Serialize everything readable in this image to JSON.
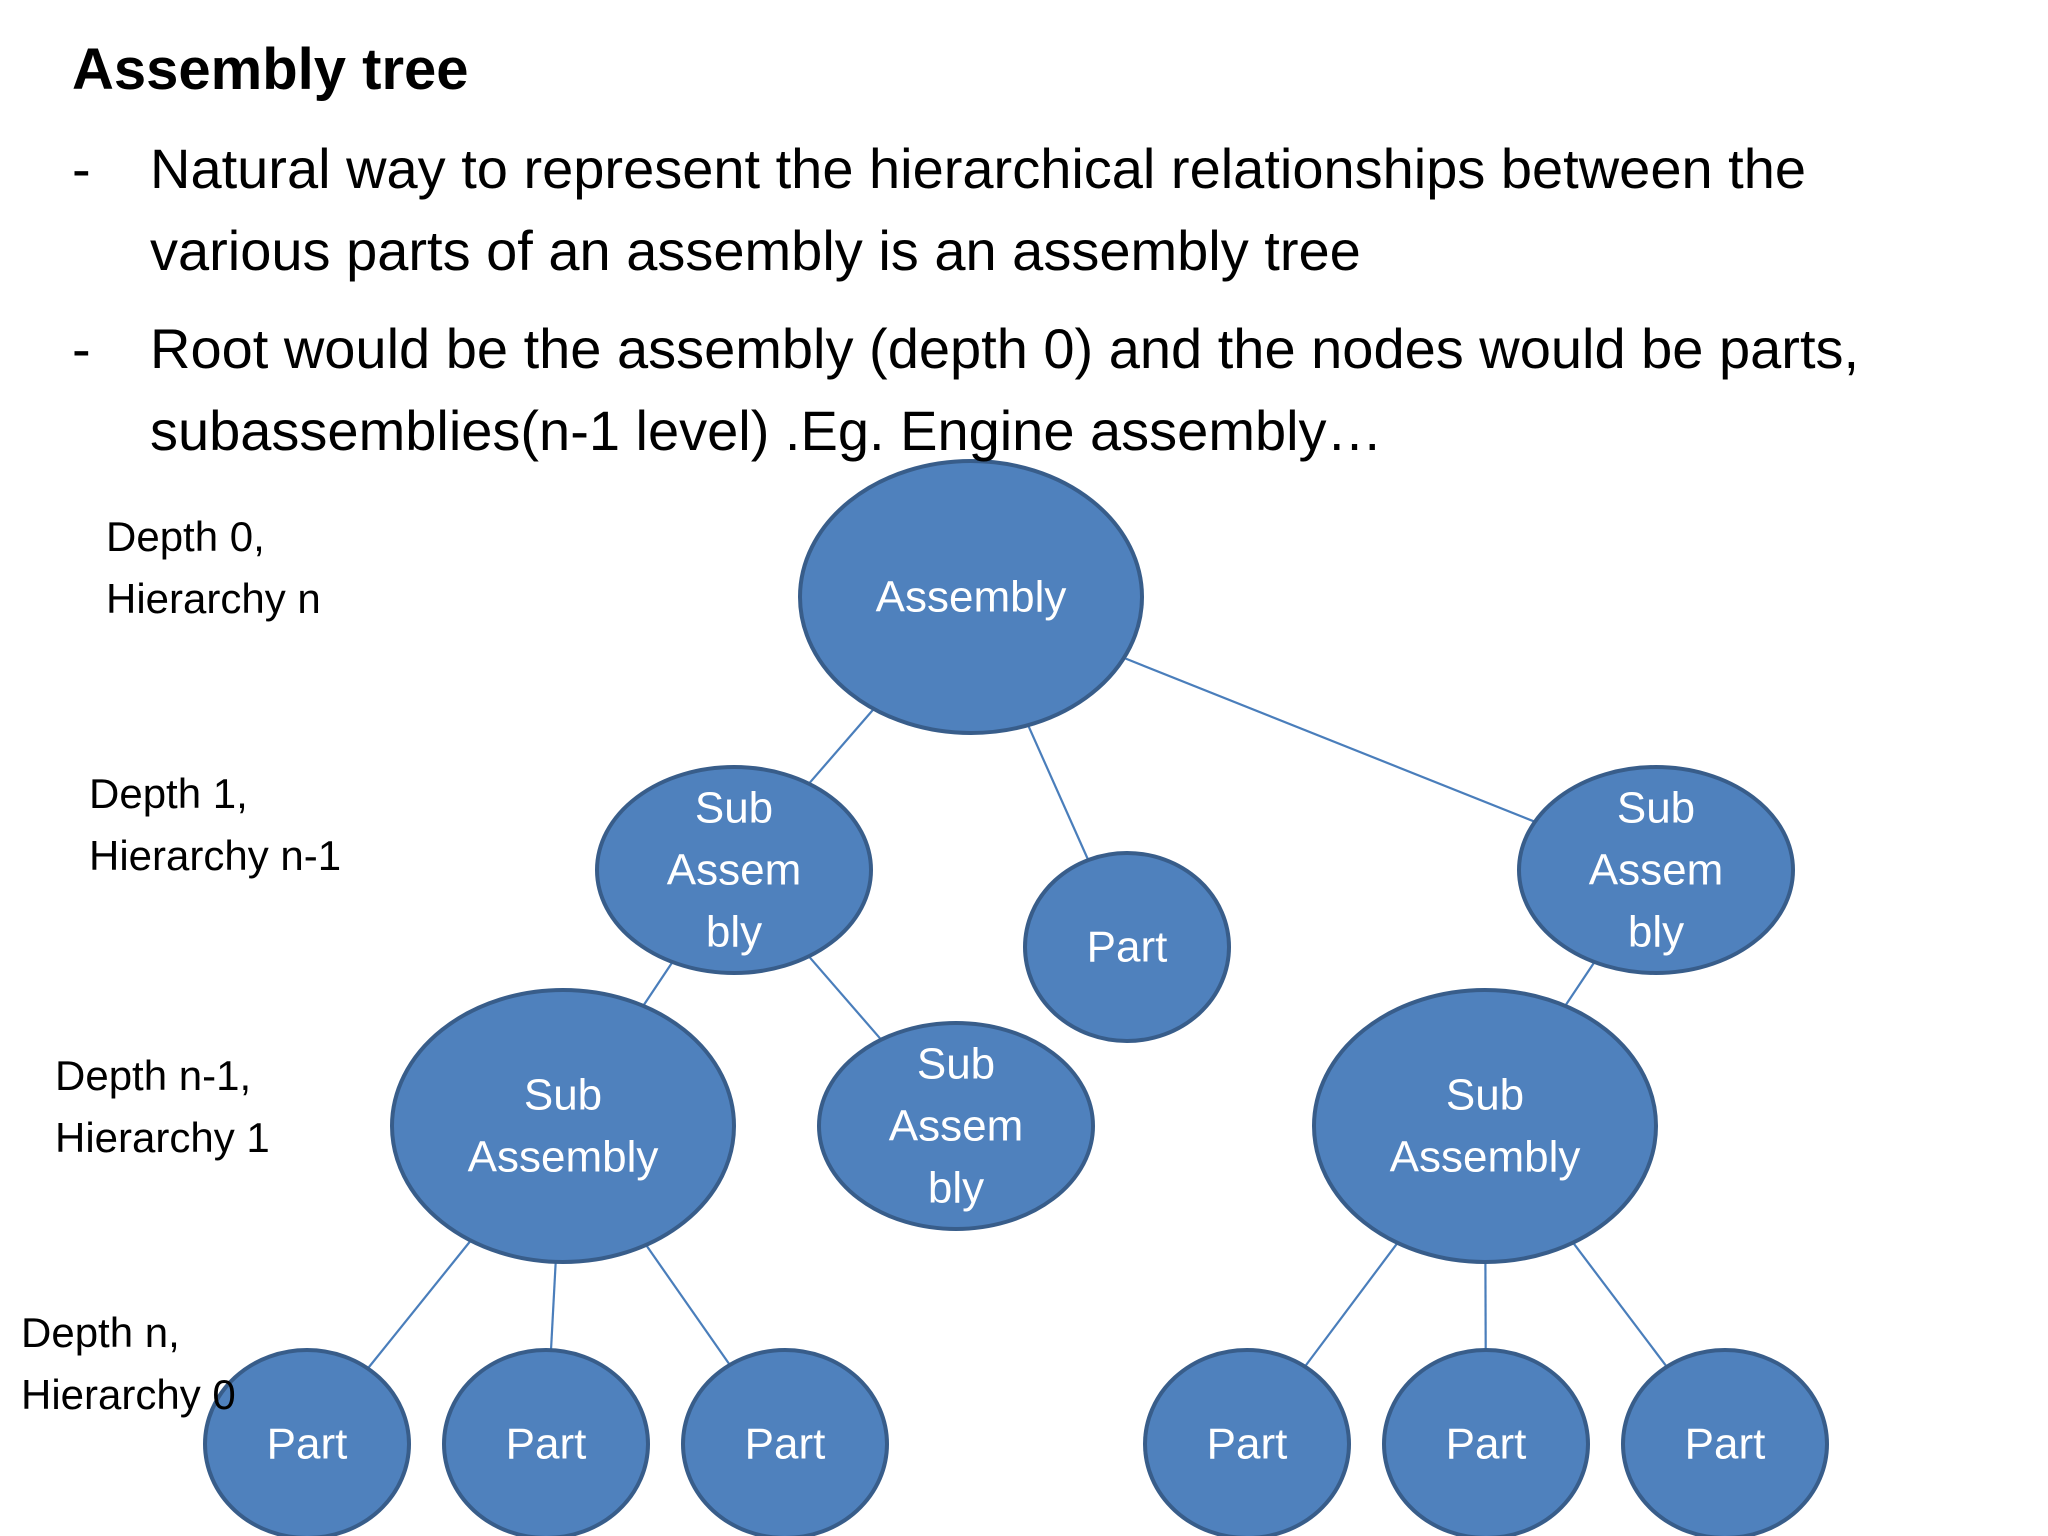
{
  "slide": {
    "title": "Assembly tree",
    "bullets": [
      {
        "dash": "-",
        "text": "Natural way to represent the hierarchical relationships between the various parts of an assembly is an assembly tree"
      },
      {
        "dash": "-",
        "text": "Root would be the assembly (depth 0) and the nodes would be parts, subassemblies(n-1 level) .Eg. Engine assembly…"
      }
    ]
  },
  "level_labels": [
    {
      "line1": "Depth 0,",
      "line2": "Hierarchy n"
    },
    {
      "line1": "Depth 1,",
      "line2": "Hierarchy n-1"
    },
    {
      "line1": "Depth n-1,",
      "line2": "Hierarchy 1"
    },
    {
      "line1": "Depth n,",
      "line2": "Hierarchy 0"
    }
  ],
  "tree": {
    "nodes": [
      {
        "id": "root",
        "lines": [
          "Assembly"
        ]
      },
      {
        "id": "sub-left",
        "lines": [
          "Sub",
          "Assem",
          "bly"
        ]
      },
      {
        "id": "part-mid",
        "lines": [
          "Part"
        ]
      },
      {
        "id": "sub-right",
        "lines": [
          "Sub",
          "Assem",
          "bly"
        ]
      },
      {
        "id": "subasm-left",
        "lines": [
          "Sub",
          "Assembly"
        ]
      },
      {
        "id": "sub-mid",
        "lines": [
          "Sub",
          "Assem",
          "bly"
        ]
      },
      {
        "id": "subasm-right",
        "lines": [
          "Sub",
          "Assembly"
        ]
      },
      {
        "id": "part-l1",
        "lines": [
          "Part"
        ]
      },
      {
        "id": "part-l2",
        "lines": [
          "Part"
        ]
      },
      {
        "id": "part-l3",
        "lines": [
          "Part"
        ]
      },
      {
        "id": "part-r1",
        "lines": [
          "Part"
        ]
      },
      {
        "id": "part-r2",
        "lines": [
          "Part"
        ]
      },
      {
        "id": "part-r3",
        "lines": [
          "Part"
        ]
      }
    ],
    "edges": [
      [
        "root",
        "sub-left"
      ],
      [
        "root",
        "part-mid"
      ],
      [
        "root",
        "sub-right"
      ],
      [
        "sub-left",
        "subasm-left"
      ],
      [
        "sub-left",
        "sub-mid"
      ],
      [
        "sub-right",
        "subasm-right"
      ],
      [
        "subasm-left",
        "part-l1"
      ],
      [
        "subasm-left",
        "part-l2"
      ],
      [
        "subasm-left",
        "part-l3"
      ],
      [
        "subasm-right",
        "part-r1"
      ],
      [
        "subasm-right",
        "part-r2"
      ],
      [
        "subasm-right",
        "part-r3"
      ]
    ]
  },
  "colors": {
    "node_fill": "#4f81bd",
    "node_outline": "#385d8a",
    "edge": "#4a7ebb",
    "node_text": "#ffffff"
  }
}
